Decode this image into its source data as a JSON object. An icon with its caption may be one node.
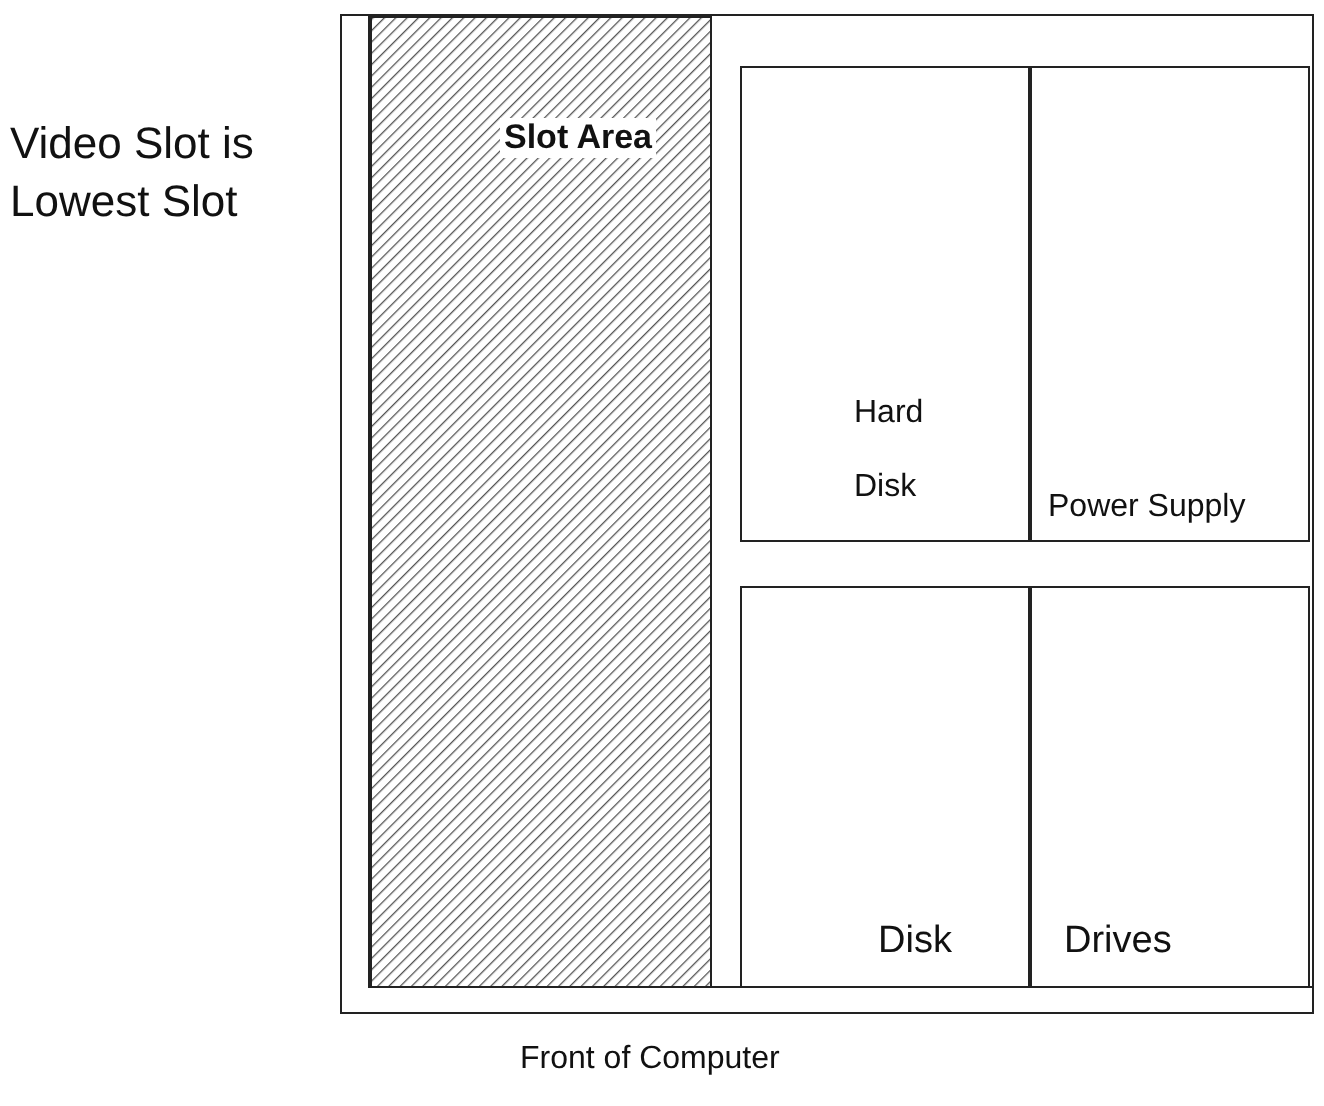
{
  "diagram": {
    "nodes": [
      {
        "text": [],
        "shape": "box"
      },
      {
        "text": [
          "Slot Area"
        ],
        "in": 0
      },
      {
        "text": [
          "Hard Disk"
        ],
        "in": 0
      },
      {
        "text": [
          "Power Supply"
        ],
        "in": 0
      },
      {
        "text": [
          "Disk"
        ],
        "in": 0
      },
      {
        "text": [
          "Drives"
        ],
        "in": 0
      }
    ],
    "labels": [
      "Video Slot is Lowest Slot",
      "Front of Computer"
    ]
  }
}
